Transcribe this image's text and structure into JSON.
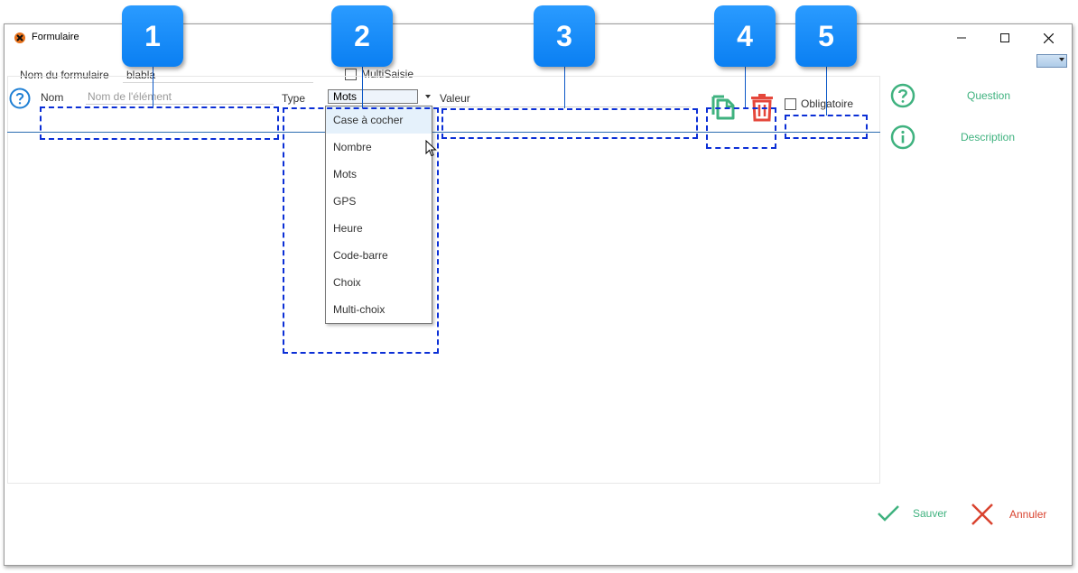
{
  "window": {
    "title": "Formulaire"
  },
  "form": {
    "name_label": "Nom du formulaire",
    "name_value": "blabla",
    "multisaisie_label": "MultiSaisie",
    "multisaisie_checked": false
  },
  "element_row": {
    "nom_label": "Nom",
    "nom_placeholder": "Nom de l'élément",
    "type_label": "Type",
    "type_selected": "Mots",
    "valeur_label": "Valeur",
    "obligatoire_label": "Obligatoire",
    "obligatoire_checked": false
  },
  "type_options": [
    "Case à cocher",
    "Nombre",
    "Mots",
    "GPS",
    "Heure",
    "Code-barre",
    "Choix",
    "Multi-choix"
  ],
  "type_option_hovered": "Case à cocher",
  "side_actions": {
    "question_label": "Question",
    "description_label": "Description"
  },
  "footer": {
    "save_label": "Sauver",
    "cancel_label": "Annuler"
  },
  "callouts": [
    "1",
    "2",
    "3",
    "4",
    "5"
  ],
  "colors": {
    "accent_green": "#3fb27f",
    "danger_red": "#d9432f",
    "callout_blue": "#0a7ff2",
    "dash_blue": "#0b2fd6",
    "line_blue": "#2b6cb0"
  },
  "icons": {
    "app": "app-logo-icon",
    "help": "help-circle-icon",
    "copy": "copy-icon",
    "delete": "trash-icon",
    "question": "question-circle-icon",
    "description": "info-circle-icon",
    "save": "check-icon",
    "cancel": "close-x-icon"
  }
}
